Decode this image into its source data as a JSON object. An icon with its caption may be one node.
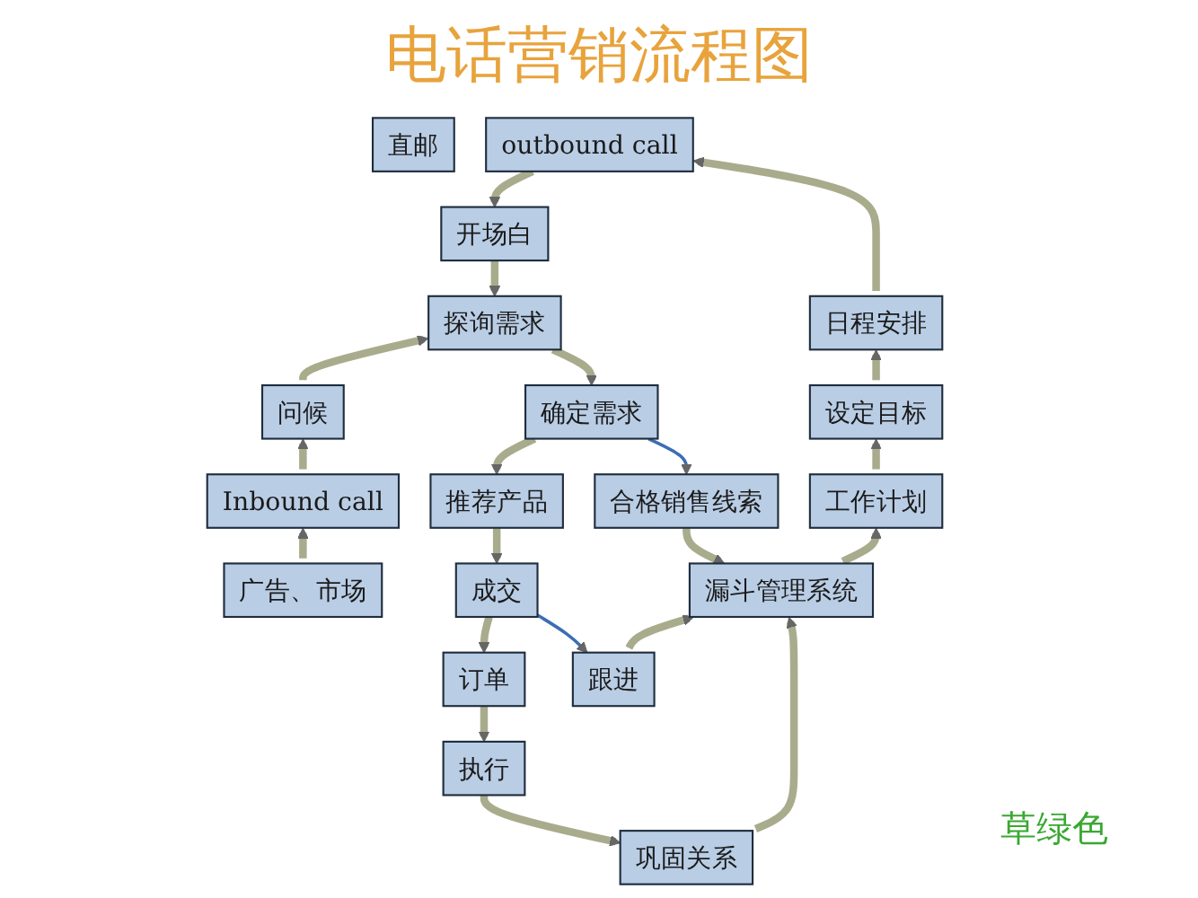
{
  "diagram": {
    "title": "电话营销流程图",
    "nodes": [
      {
        "text": [
          "outbound call"
        ]
      },
      {
        "text": [
          "开场白"
        ]
      },
      {
        "text": [
          "探询需求"
        ]
      },
      {
        "text": [
          "问候"
        ]
      },
      {
        "text": [
          "Inbound call"
        ]
      },
      {
        "text": [
          "日程安排"
        ]
      },
      {
        "text": [
          "确定需求"
        ]
      },
      {
        "text": [
          "广告、市场"
        ]
      },
      {
        "text": [
          "设定目标"
        ]
      },
      {
        "text": [
          "推荐产品"
        ]
      },
      {
        "text": [
          "工作计划"
        ]
      },
      {
        "text": [
          "成交"
        ]
      },
      {
        "text": [
          "漏斗管理系统"
        ]
      },
      {
        "text": [
          "跟进"
        ]
      },
      {
        "text": [
          "订单"
        ]
      },
      {
        "text": [
          "合格销售线索"
        ]
      },
      {
        "text": [
          "巩固关系"
        ]
      },
      {
        "text": [
          "执行"
        ]
      },
      {
        "text": [
          "直邮"
        ]
      }
    ],
    "edges": [
      {
        "from": 0,
        "to": 1,
        "arrow": "to"
      },
      {
        "from": 1,
        "to": 2,
        "arrow": "to"
      },
      {
        "from": 3,
        "to": 2,
        "arrow": "to"
      },
      {
        "from": 4,
        "to": 3,
        "arrow": "to"
      },
      {
        "from": 7,
        "to": 4,
        "arrow": "to"
      },
      {
        "from": 5,
        "to": 0,
        "arrow": "to"
      },
      {
        "from": 8,
        "to": 5,
        "arrow": "to"
      },
      {
        "from": 10,
        "to": 8,
        "arrow": "to"
      },
      {
        "from": 12,
        "to": 10,
        "arrow": "to"
      },
      {
        "from": 15,
        "to": 12,
        "arrow": "to"
      },
      {
        "from": 2,
        "to": 6,
        "arrow": "to"
      },
      {
        "from": 6,
        "to": 9,
        "arrow": "to"
      },
      {
        "from": 9,
        "to": 11,
        "arrow": "to"
      },
      {
        "from": 11,
        "to": 14,
        "arrow": "to"
      },
      {
        "from": 14,
        "to": 17,
        "arrow": "to"
      },
      {
        "from": 17,
        "to": 16,
        "arrow": "to"
      },
      {
        "from": 13,
        "to": 12,
        "arrow": "to"
      },
      {
        "from": 16,
        "to": 12,
        "arrow": "to"
      },
      {
        "from": 11,
        "to": 13,
        "arrow": "to",
        "color": "#3c6eb4"
      },
      {
        "from": 6,
        "to": 15,
        "arrow": "to",
        "color": "#3c6eb4"
      }
    ],
    "labels": [
      "草绿色"
    ]
  }
}
